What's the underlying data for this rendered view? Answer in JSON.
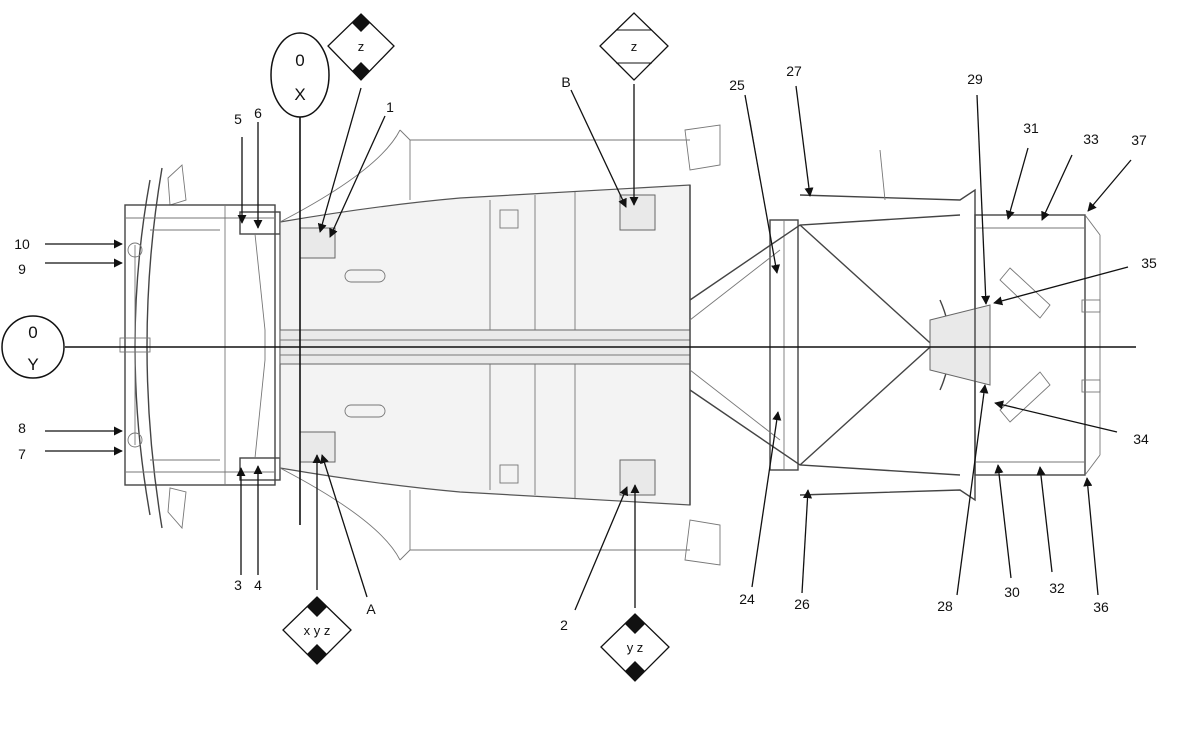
{
  "axes": {
    "x_label_top": "0",
    "x_label_bottom": "X",
    "y_label_top": "0",
    "y_label_bottom": "Y"
  },
  "datums": {
    "z_top_left": "z",
    "z_top_center": "z",
    "xyz_bottom": "x y z",
    "yz_bottom": "y z"
  },
  "points": {
    "A": "A",
    "B": "B",
    "p1": "1",
    "p2": "2",
    "p3": "3",
    "p4": "4",
    "p5": "5",
    "p6": "6",
    "p7": "7",
    "p8": "8",
    "p9": "9",
    "p10": "10",
    "p24": "24",
    "p25": "25",
    "p26": "26",
    "p27": "27",
    "p28": "28",
    "p29": "29",
    "p30": "30",
    "p31": "31",
    "p32": "32",
    "p33": "33",
    "p34": "34",
    "p35": "35",
    "p36": "36",
    "p37": "37"
  }
}
